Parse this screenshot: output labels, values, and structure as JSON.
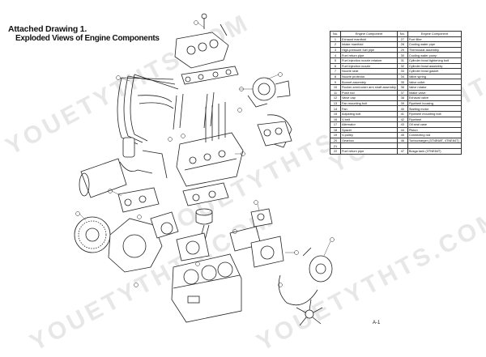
{
  "title_line1": "Attached Drawing 1.",
  "title_line2": "Exploded Views of Engine Components",
  "page_number": "A-1",
  "watermark_text": "YOUETYTHTS.COM",
  "legend": {
    "headers": [
      "No.",
      "Engine Component",
      "No.",
      "Engine Component"
    ],
    "rows": [
      [
        "1",
        "Exhaust manifold",
        "27",
        "Fuel filter"
      ],
      [
        "2",
        "Intake manifold",
        "28",
        "Cooling water pipe"
      ],
      [
        "3",
        "High-pressure fuel pipe",
        "29",
        "Thermostat assembly"
      ],
      [
        "4",
        "Fuel return pipe",
        "30",
        "Cooling water pump"
      ],
      [
        "5",
        "Fuel injection nozzle retainer",
        "31",
        "Cylinder head tightening bolt"
      ],
      [
        "6",
        "Fuel injection nozzle",
        "32",
        "Cylinder head assembly"
      ],
      [
        "7",
        "Nozzle seat",
        "33",
        "Cylinder head gasket"
      ],
      [
        "8",
        "Nozzle protector",
        "34",
        "Valve spring"
      ],
      [
        "9",
        "Bonnet assembly",
        "35",
        "Valve collet"
      ],
      [
        "10",
        "Rocker arm/rocker arm shaft assembly",
        "36",
        "Valve rotator"
      ],
      [
        "11",
        "Push rod",
        "37",
        "Intake valve"
      ],
      [
        "12",
        "Valve cap",
        "38",
        "Exhaust valve"
      ],
      [
        "13",
        "Fan mounting bolt",
        "39",
        "Flywheel housing"
      ],
      [
        "14",
        "Fan",
        "40",
        "Starting motor"
      ],
      [
        "15",
        "Adjusting bolt",
        "41",
        "Flywheel mounting bolt"
      ],
      [
        "16",
        "V-belt",
        "42",
        "Flywheel"
      ],
      [
        "17",
        "Alternator",
        "43",
        "Oil seal case"
      ],
      [
        "18",
        "Spacer",
        "44",
        "Piston"
      ],
      [
        "19",
        "V-pulley",
        "45",
        "Connecting rod"
      ],
      [
        "20",
        "Gearbox",
        "46",
        "Turbocharger (3TNE68T, 4TNE84T)"
      ],
      [
        "21",
        "",
        "",
        ""
      ],
      [
        "22",
        "Fuel return pipe",
        "47",
        "Bosga tank (3TNE84T)"
      ]
    ]
  }
}
